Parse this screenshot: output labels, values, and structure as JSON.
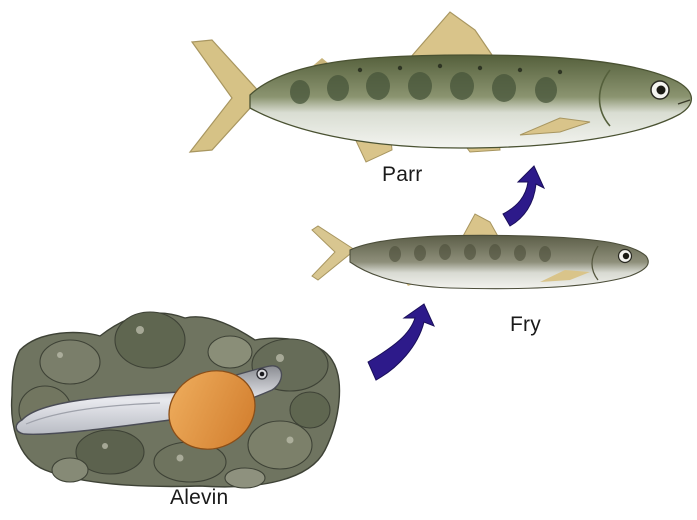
{
  "stages": [
    {
      "key": "parr",
      "label": "Parr"
    },
    {
      "key": "fry",
      "label": "Fry"
    },
    {
      "key": "alevin",
      "label": "Alevin"
    }
  ],
  "colors": {
    "background": "#ffffff",
    "arrow": "#2d1a8a",
    "fish_back": "#5f6a44",
    "fish_belly": "#eef0ea",
    "fin": "#d9c48a",
    "parr_mark": "#4b5a3e",
    "yolk_sac": "#e08f3a",
    "gravel": "#6f7460"
  },
  "icons": [
    "parr-fish-icon",
    "fry-fish-icon",
    "alevin-fish-icon",
    "gravel-icon",
    "up-arrow-icon"
  ]
}
